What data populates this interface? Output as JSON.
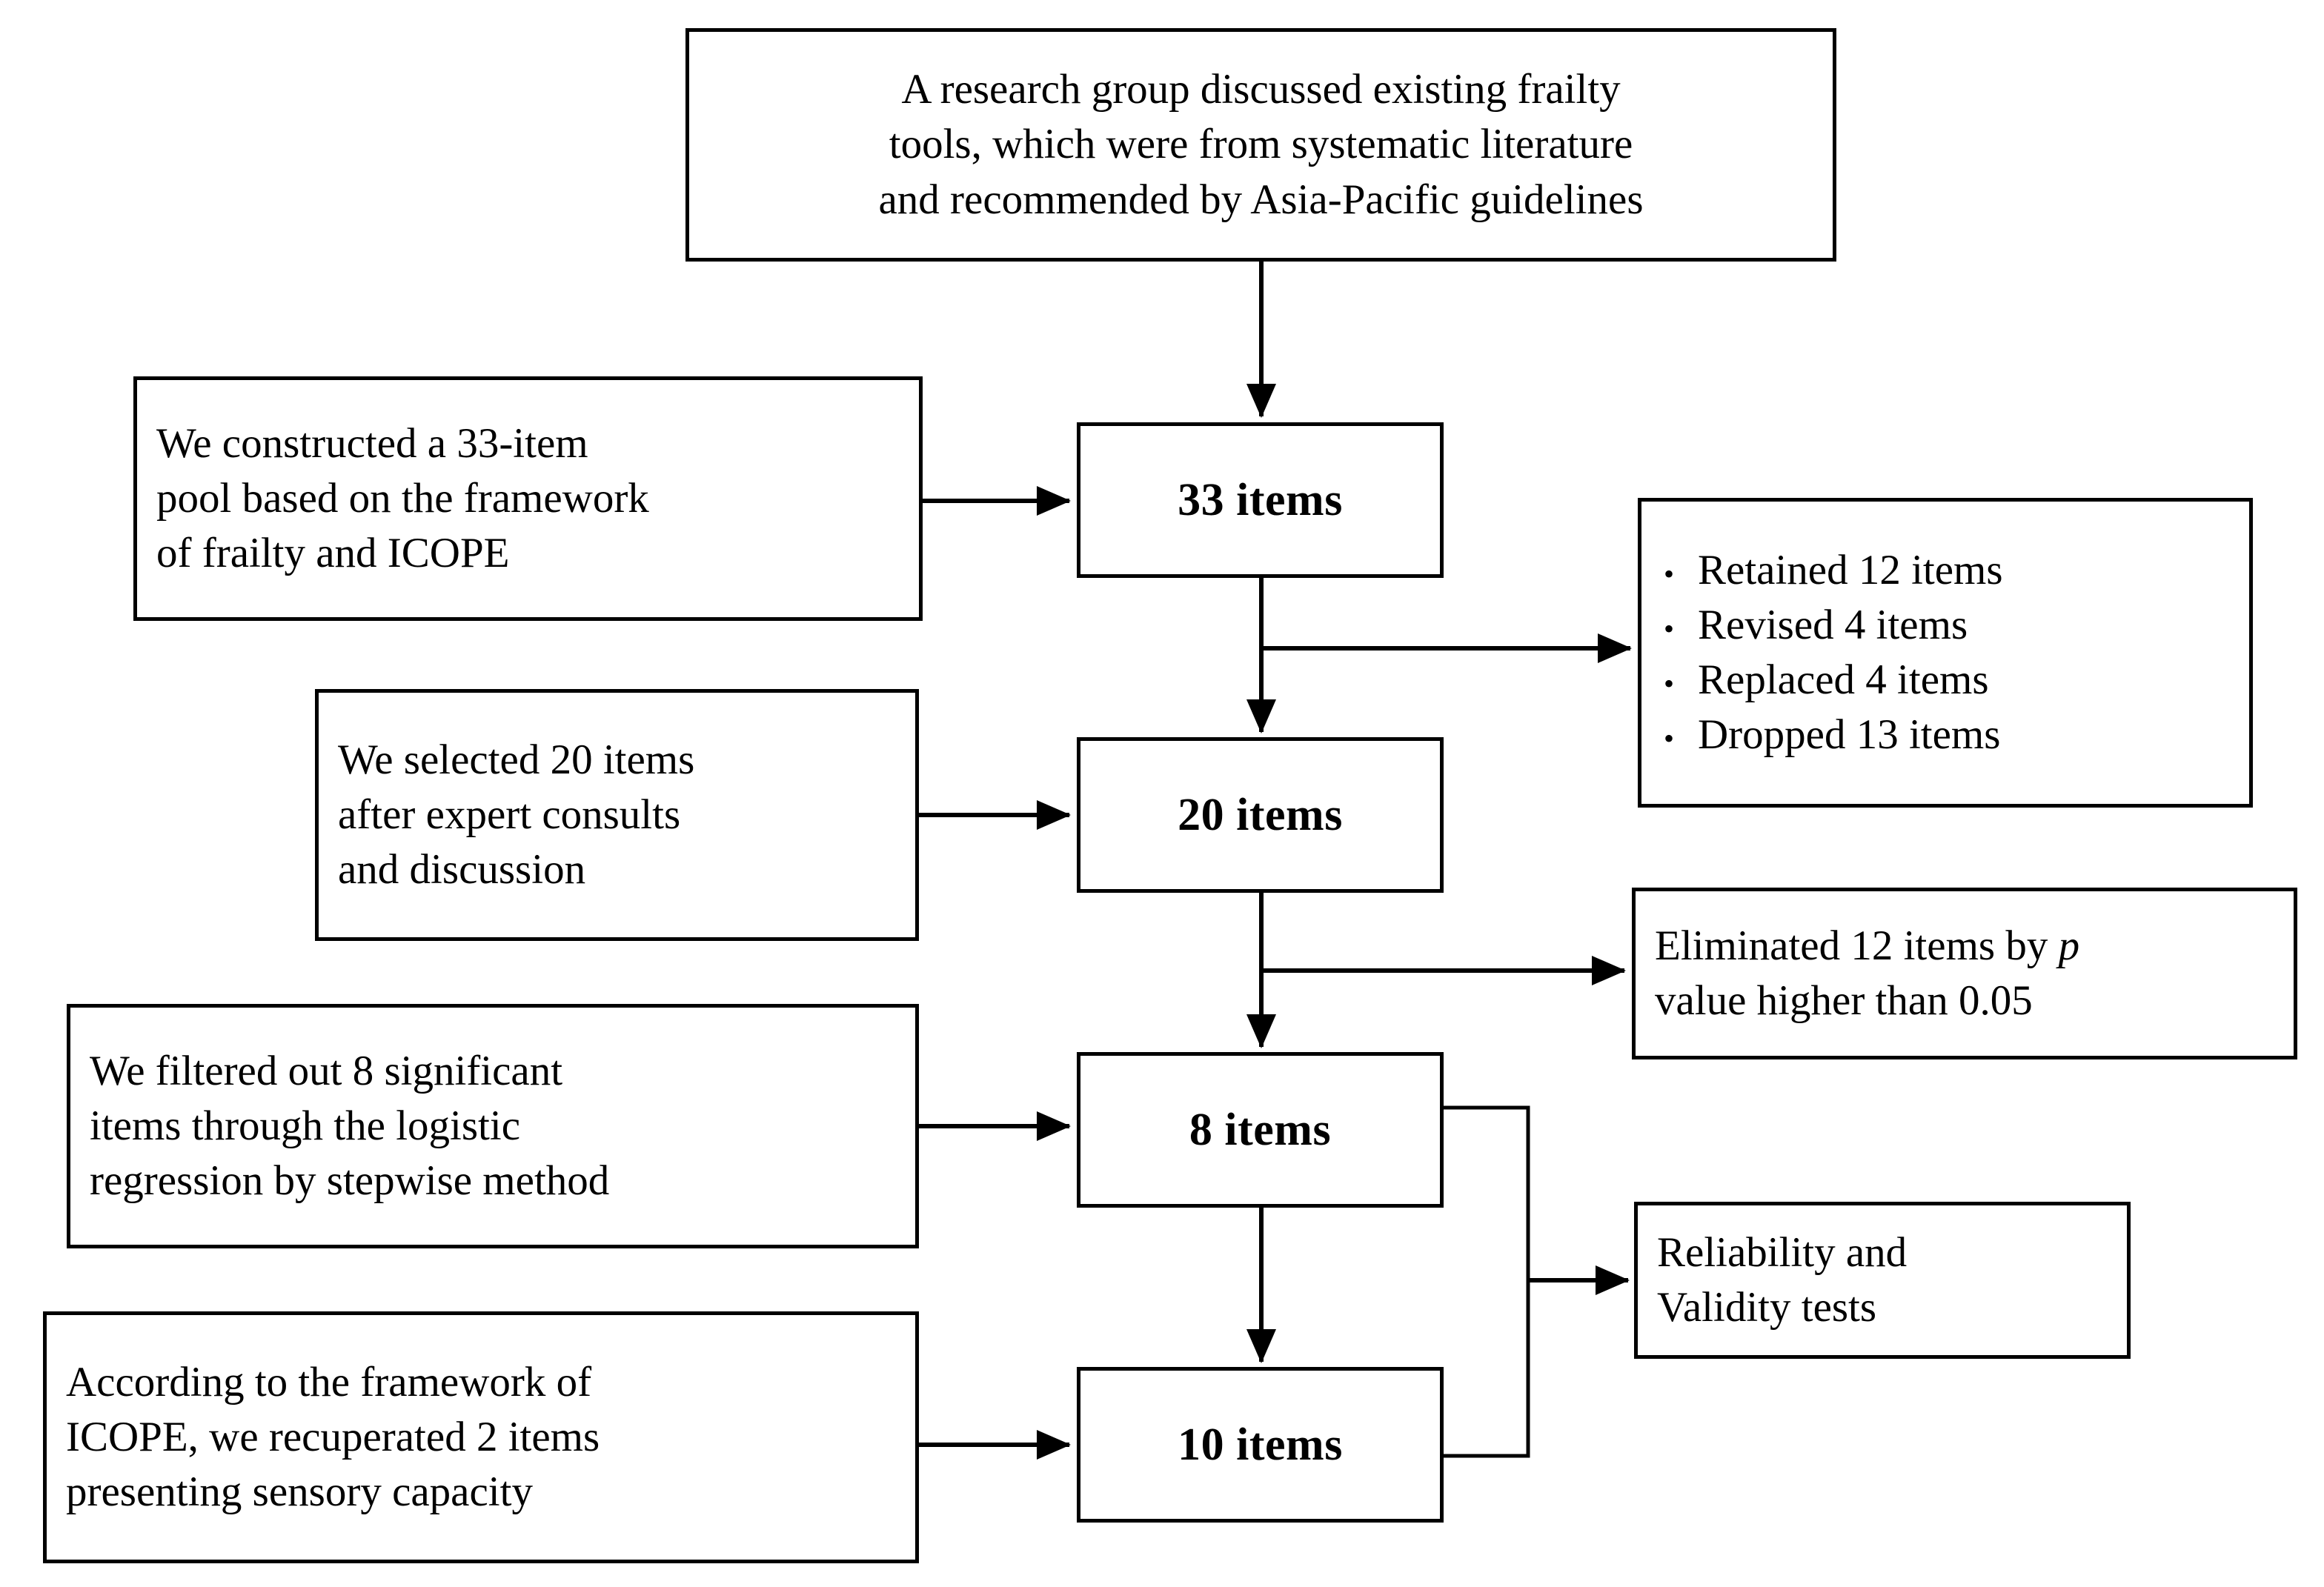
{
  "diagram": {
    "title": "Frailty scale item development flowchart",
    "stroke_color": "#000000",
    "background_color": "#ffffff",
    "boxes": {
      "source": {
        "name": "source-box",
        "lines": [
          "A research  group  discussed  existing  frailty",
          "tools,  which  were  from  systematic  literature",
          "and  recommended  by Asia-Pacific  guidelines"
        ]
      },
      "step1_note": {
        "name": "construct-pool-note",
        "lines": [
          "We constructed  a 33-item",
          "pool based on the framework",
          "of frailty  and  ICOPE"
        ]
      },
      "step2_note": {
        "name": "expert-consult-note",
        "lines": [
          "We selected 20 items",
          "after  expert  consults",
          "and  discussion"
        ]
      },
      "step3_note": {
        "name": "logistic-regression-note",
        "lines": [
          "We filtered out 8 significant",
          "items  through  the  logistic",
          "regression  by  stepwise  method"
        ]
      },
      "step4_note": {
        "name": "recuperate-items-note",
        "lines": [
          "According  to the framework  of",
          "ICOPE, we recuperated  2 items",
          "presenting  sensory  capacity"
        ]
      },
      "node_33": {
        "name": "node-33-items",
        "label": "33 items"
      },
      "node_20": {
        "name": "node-20-items",
        "label": "20 items"
      },
      "node_8": {
        "name": "node-8-items",
        "label": "8 items"
      },
      "node_10": {
        "name": "node-10-items",
        "label": "10 items"
      },
      "outcome_bullets": {
        "name": "expert-review-outcome-box",
        "bullet_glyph": "•",
        "items": [
          "Retained 12 items",
          "Revised 4 items",
          "Replaced 4 items",
          "Dropped 13 items"
        ]
      },
      "eliminated": {
        "name": "eliminated-items-box",
        "line1_pre": "Eliminated  12  items  by ",
        "line1_italic": "p",
        "line2": "value  higher  than  0.05"
      },
      "validation": {
        "name": "reliability-validity-box",
        "lines": [
          "Reliability  and",
          "Validity  tests"
        ]
      }
    },
    "edges": [
      {
        "name": "edge-source-to-33",
        "from": "source",
        "to": "node_33",
        "arrow": true
      },
      {
        "name": "edge-note1-to-33",
        "from": "step1_note",
        "to": "node_33",
        "arrow": true
      },
      {
        "name": "edge-33-to-20",
        "from": "node_33",
        "to": "node_20",
        "arrow": true
      },
      {
        "name": "edge-33-to-outcomes",
        "from": "node_33",
        "to": "outcome_bullets",
        "arrow": true
      },
      {
        "name": "edge-note2-to-20",
        "from": "step2_note",
        "to": "node_20",
        "arrow": true
      },
      {
        "name": "edge-20-to-8",
        "from": "node_20",
        "to": "node_8",
        "arrow": true
      },
      {
        "name": "edge-20-to-eliminated",
        "from": "node_20",
        "to": "eliminated",
        "arrow": true
      },
      {
        "name": "edge-note3-to-8",
        "from": "step3_note",
        "to": "node_8",
        "arrow": true
      },
      {
        "name": "edge-8-to-10",
        "from": "node_8",
        "to": "node_10",
        "arrow": true
      },
      {
        "name": "edge-note4-to-10",
        "from": "step4_note",
        "to": "node_10",
        "arrow": true
      },
      {
        "name": "edge-8-and-10-to-validation",
        "from": "node_8 + node_10",
        "to": "validation",
        "arrow": true
      }
    ]
  }
}
